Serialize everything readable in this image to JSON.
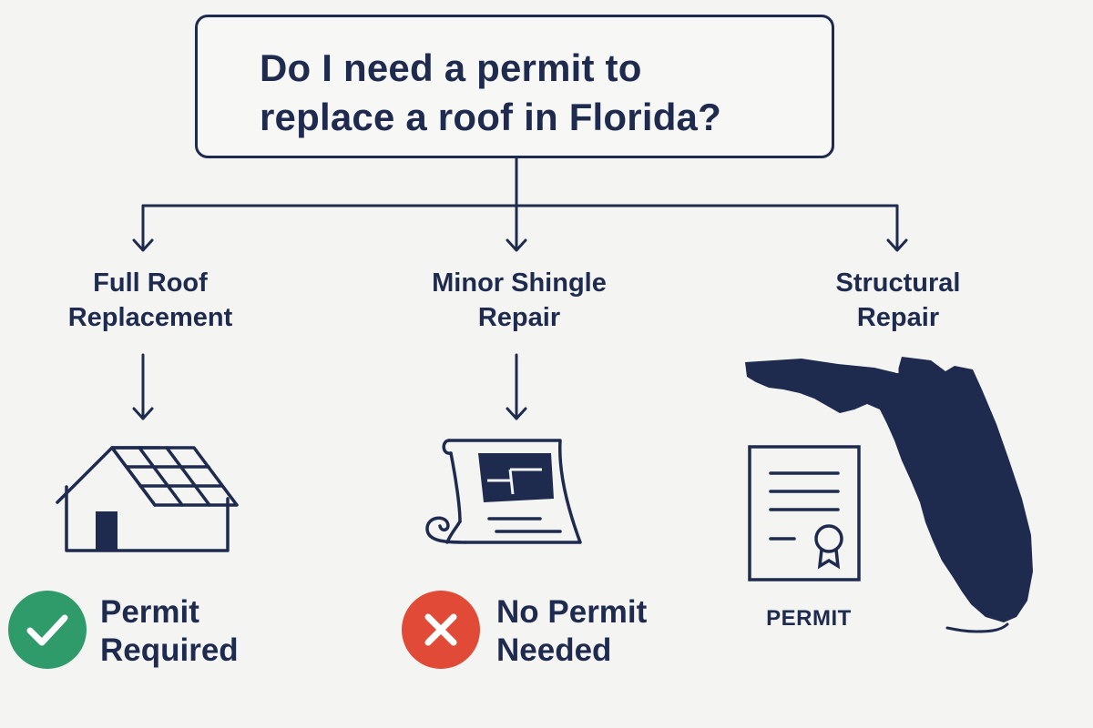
{
  "question": {
    "line1": "Do I need a permit to",
    "line2": "replace a roof in Florida?"
  },
  "branches": [
    {
      "label_line1": "Full Roof",
      "label_line2": "Replacement",
      "icon": "house-with-solar-roof-icon",
      "status_line1": "Permit",
      "status_line2": "Required",
      "status_icon": "checkmark-icon",
      "status_color": "#2f9a6a"
    },
    {
      "label_line1": "Minor Shingle",
      "label_line2": "Repair",
      "icon": "blueprint-scroll-icon",
      "status_line1": "No Permit",
      "status_line2": "Needed",
      "status_icon": "x-mark-icon",
      "status_color": "#e04a36"
    },
    {
      "label_line1": "Structural",
      "label_line2": "Repair",
      "icon": "permit-certificate-icon",
      "map_icon": "florida-map-icon",
      "permit_word": "PERMIT"
    }
  ],
  "colors": {
    "navy": "#1e2b4f",
    "background": "#f4f4f2",
    "green": "#2f9a6a",
    "red": "#e04a36"
  }
}
